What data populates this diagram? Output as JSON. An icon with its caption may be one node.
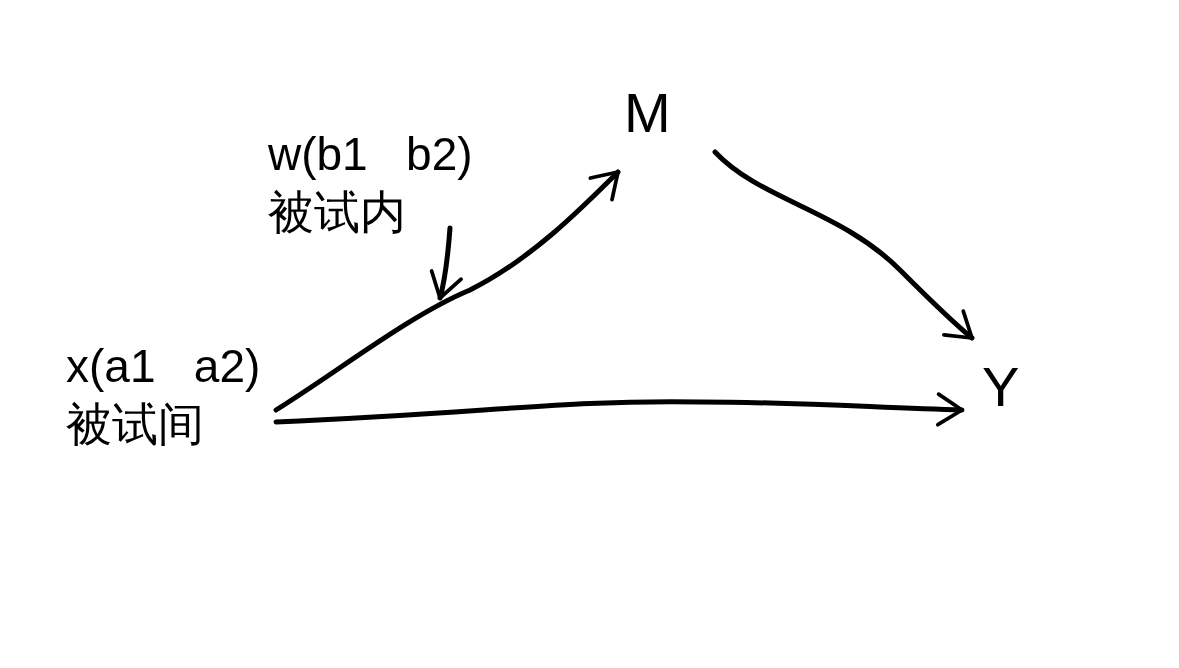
{
  "diagram": {
    "nodes": [
      {
        "text": [
          "x(a1   a2)",
          "被试间"
        ]
      },
      {
        "text": [
          "w(b1   b2)",
          "被试内"
        ]
      },
      {
        "text": [
          "M"
        ]
      },
      {
        "text": [
          "Y"
        ]
      }
    ],
    "edges": [
      {
        "from": 0,
        "to": 2,
        "arrow": "to"
      },
      {
        "from": 1,
        "to": null,
        "arrow": "to"
      },
      {
        "from": 2,
        "to": 3,
        "arrow": "to"
      },
      {
        "from": 0,
        "to": 3,
        "arrow": "to"
      }
    ]
  }
}
